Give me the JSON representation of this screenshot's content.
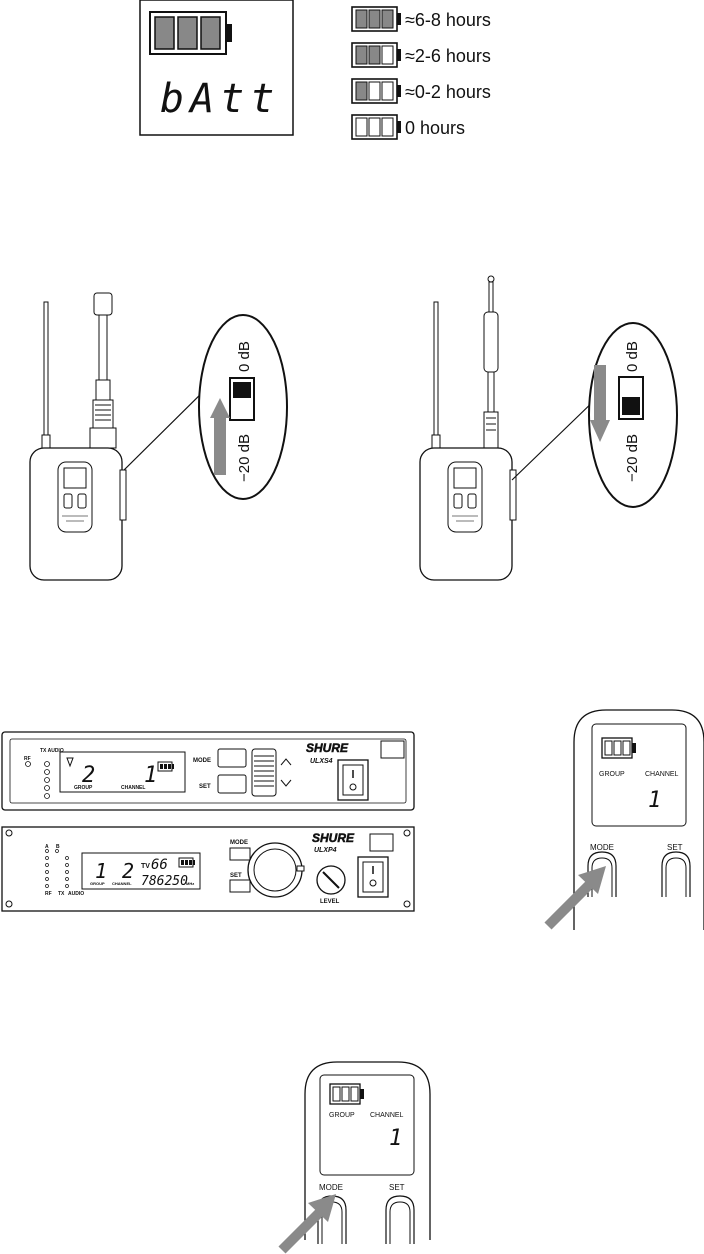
{
  "battery_display": {
    "screen_text": "bAtt",
    "legend": [
      {
        "bars": 3,
        "label": "≈6-8 hours"
      },
      {
        "bars": 2,
        "label": "≈2-6 hours"
      },
      {
        "bars": 1,
        "label": "≈0-2 hours"
      },
      {
        "bars": 0,
        "label": "0 hours"
      }
    ]
  },
  "transmitters": {
    "switch_high": "0 dB",
    "switch_low": "−20 dB",
    "left_position": "0 dB",
    "right_position": "−20 dB"
  },
  "receivers": {
    "ulxs4": {
      "brand": "SHURE",
      "model": "ULXS4",
      "rf": "RF",
      "tx_audio": "TX AUDIO",
      "group_label": "GROUP",
      "channel_label": "CHANNEL",
      "group_value": "2",
      "channel_value": "1",
      "mode": "MODE",
      "set": "SET"
    },
    "ulxp4": {
      "brand": "SHURE",
      "model": "ULXP4",
      "a": "A",
      "b": "B",
      "rf": "RF",
      "tx": "TX",
      "audio": "AUDIO",
      "group_label": "GROUP",
      "channel_label": "CHANNEL",
      "group_value": "1",
      "channel_value": "2",
      "tv_label": "TV",
      "tv_value": "66",
      "freq_value": "786250",
      "freq_unit": "MHz",
      "mode": "MODE",
      "set": "SET",
      "level": "LEVEL"
    }
  },
  "closeup_panels": [
    {
      "group": "GROUP",
      "channel": "CHANNEL",
      "channel_value": "1",
      "mode": "MODE",
      "set": "SET"
    },
    {
      "group": "GROUP",
      "channel": "CHANNEL",
      "channel_value": "1",
      "mode": "MODE",
      "set": "SET"
    }
  ]
}
